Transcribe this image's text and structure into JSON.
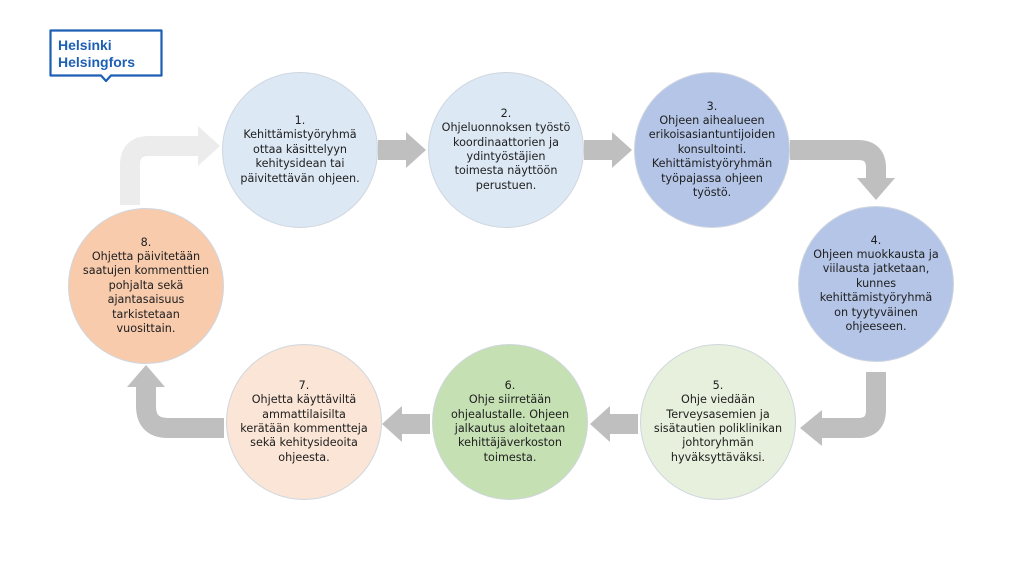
{
  "logo": {
    "line1": "Helsinki",
    "line2": "Helsingfors"
  },
  "colors": {
    "blue_light": "#dde8f5",
    "blue_mid": "#b4c5e7",
    "green_light": "#e6f0dc",
    "green_mid": "#c5e0b3",
    "orange_light": "#fbe5d6",
    "orange_mid": "#f8cbad",
    "arrow": "#bfbfbf",
    "arrow_faint": "#ececec"
  },
  "steps": [
    {
      "number": "1.",
      "text": "Kehittämistyöryhmä ottaa käsittelyyn kehitysidean tai päivitettävän ohjeen."
    },
    {
      "number": "2.",
      "text": "Ohjeluonnoksen työstö koordinaattorien ja ydintyöstäjien toimesta näyttöön perustuen."
    },
    {
      "number": "3.",
      "text": "Ohjeen aihealueen erikoisasiantuntijoiden konsultointi. Kehittämistyöryhmän työpajassa ohjeen työstö."
    },
    {
      "number": "4.",
      "text": "Ohjeen muokkausta ja viilausta jatketaan, kunnes kehittämistyöryhmä on tyytyväinen ohjeeseen."
    },
    {
      "number": "5.",
      "text": "Ohje viedään Terveysasemien ja sisätautien poliklinikan johtoryhmän hyväksyttäväksi."
    },
    {
      "number": "6.",
      "text": "Ohje siirretään ohjealustalle. Ohjeen jalkautus aloitetaan kehittäjäverkoston toimesta."
    },
    {
      "number": "7.",
      "text": "Ohjetta käyttäviltä ammattilaisilta kerätään kommentteja sekä kehitysideoita ohjeesta."
    },
    {
      "number": "8.",
      "text": "Ohjetta päivitetään saatujen kommenttien pohjalta sekä ajantasaisuus tarkistetaan vuosittain."
    }
  ]
}
